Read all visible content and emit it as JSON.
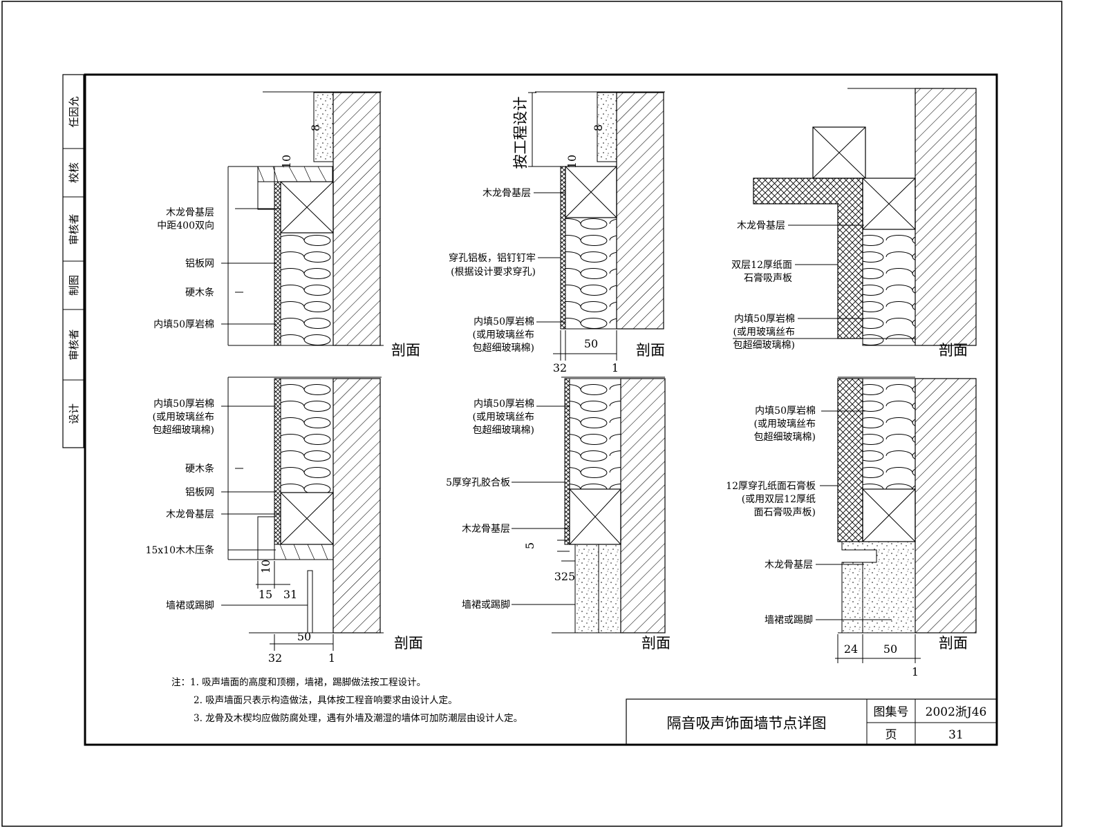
{
  "sidebar": {
    "cells": [
      "任因允",
      "校核",
      "审核者",
      "制图",
      "审核者",
      "设计"
    ]
  },
  "details": [
    {
      "section_label": "剖面",
      "labels": [
        "木龙骨基层",
        "中距400双向",
        "铝板网",
        "硬木条",
        "内填50厚岩棉"
      ],
      "dims": [
        "8",
        "10"
      ]
    },
    {
      "section_label": "剖面",
      "labels": [
        "按工程设计",
        "木龙骨基层",
        "穿孔铝板，铝钉钉牢",
        "(根据设计要求穿孔)",
        "内填50厚岩棉",
        "(或用玻璃丝布",
        "包超细玻璃棉)"
      ],
      "dims": [
        "8",
        "10",
        "50",
        "32",
        "1"
      ]
    },
    {
      "section_label": "剖面",
      "labels": [
        "木龙骨基层",
        "双层12厚纸面",
        "石膏吸声板",
        "内填50厚岩棉",
        "(或用玻璃丝布",
        "包超细玻璃棉)"
      ],
      "dims": []
    },
    {
      "section_label": "剖面",
      "labels": [
        "内填50厚岩棉",
        "(或用玻璃丝布",
        "包超细玻璃棉)",
        "硬木条",
        "铝板网",
        "木龙骨基层",
        "15x10木木压条",
        "墙裙或踢脚"
      ],
      "dims": [
        "10",
        "15",
        "31",
        "50",
        "32",
        "1"
      ]
    },
    {
      "section_label": "剖面",
      "labels": [
        "内填50厚岩棉",
        "(或用玻璃丝布",
        "包超细玻璃棉)",
        "5厚穿孔胶合板",
        "木龙骨基层",
        "墙裙或踢脚"
      ],
      "dims": [
        "5",
        "325"
      ]
    },
    {
      "section_label": "剖面",
      "labels": [
        "内填50厚岩棉",
        "(或用玻璃丝布",
        "包超细玻璃棉)",
        "12厚穿孔纸面石膏板",
        "(或用双层12厚纸",
        "面石膏吸声板)",
        "木龙骨基层",
        "墙裙或踢脚"
      ],
      "dims": [
        "24",
        "50",
        "1"
      ]
    }
  ],
  "notes": [
    "注：1. 吸声墙面的高度和顶棚，墙裙，踢脚做法按工程设计。",
    "2. 吸声墙面只表示构造做法，具体按工程音响要求由设计人定。",
    "3. 龙骨及木楔均应做防腐处理，遇有外墙及潮湿的墙体可加防潮层由设计人定。"
  ],
  "title_block": {
    "title": "隔音吸声饰面墙节点详图",
    "atlas_label": "图集号",
    "atlas_value": "2002浙J46",
    "page_label": "页",
    "page_value": "31"
  }
}
